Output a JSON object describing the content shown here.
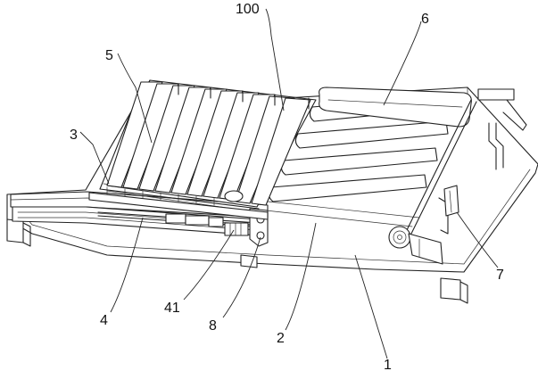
{
  "callouts": [
    {
      "key": "c100",
      "text": "100"
    },
    {
      "key": "c6",
      "text": "6"
    },
    {
      "key": "c5",
      "text": "5"
    },
    {
      "key": "c3",
      "text": "3"
    },
    {
      "key": "c7",
      "text": "7"
    },
    {
      "key": "c4",
      "text": "4"
    },
    {
      "key": "c41",
      "text": "41"
    },
    {
      "key": "c8",
      "text": "8"
    },
    {
      "key": "c2",
      "text": "2"
    },
    {
      "key": "c1",
      "text": "1"
    }
  ],
  "colors": {
    "line": "#222222",
    "background": "#ffffff"
  }
}
